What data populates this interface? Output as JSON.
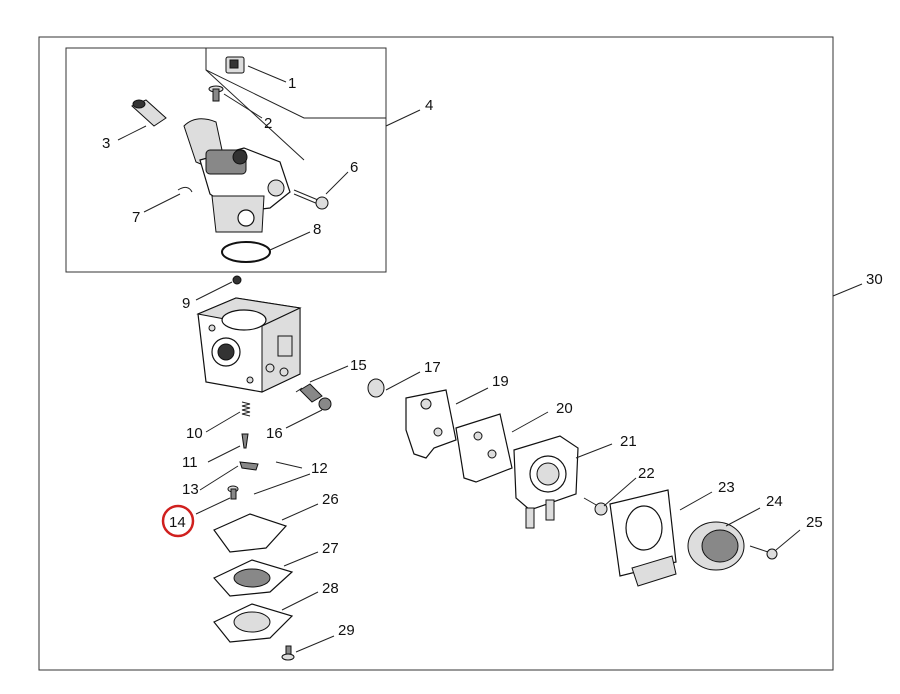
{
  "diagram": {
    "callouts": [
      {
        "id": "1",
        "label": "1"
      },
      {
        "id": "2",
        "label": "2"
      },
      {
        "id": "3",
        "label": "3"
      },
      {
        "id": "4",
        "label": "4"
      },
      {
        "id": "6",
        "label": "6"
      },
      {
        "id": "7",
        "label": "7"
      },
      {
        "id": "8",
        "label": "8"
      },
      {
        "id": "9",
        "label": "9"
      },
      {
        "id": "10",
        "label": "10"
      },
      {
        "id": "11",
        "label": "11"
      },
      {
        "id": "12",
        "label": "12"
      },
      {
        "id": "13",
        "label": "13"
      },
      {
        "id": "14",
        "label": "14"
      },
      {
        "id": "15",
        "label": "15"
      },
      {
        "id": "16",
        "label": "16"
      },
      {
        "id": "17",
        "label": "17"
      },
      {
        "id": "19",
        "label": "19"
      },
      {
        "id": "20",
        "label": "20"
      },
      {
        "id": "21",
        "label": "21"
      },
      {
        "id": "22",
        "label": "22"
      },
      {
        "id": "23",
        "label": "23"
      },
      {
        "id": "24",
        "label": "24"
      },
      {
        "id": "25",
        "label": "25"
      },
      {
        "id": "26",
        "label": "26"
      },
      {
        "id": "27",
        "label": "27"
      },
      {
        "id": "28",
        "label": "28"
      },
      {
        "id": "29",
        "label": "29"
      },
      {
        "id": "30",
        "label": "30"
      }
    ],
    "highlighted_callout": "14",
    "highlight_color": "#d0201e"
  }
}
